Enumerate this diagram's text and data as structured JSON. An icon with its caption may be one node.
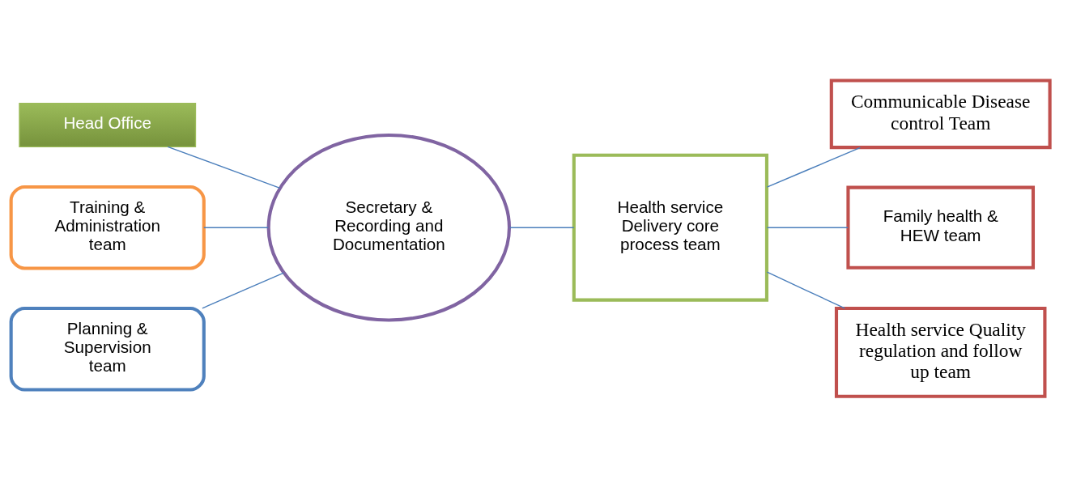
{
  "diagram": {
    "nodes": [
      {
        "text": [
          "Head Office"
        ]
      },
      {
        "text": [
          "Training & Administration team"
        ]
      },
      {
        "text": [
          "Secretary & Recording and Documentation"
        ]
      },
      {
        "text": [
          "Planning & Supervision team"
        ]
      },
      {
        "text": [
          "Health service Delivery core process team"
        ]
      },
      {
        "text": [
          "Communicable Disease control Team"
        ]
      },
      {
        "text": [
          "Family health & HEW team"
        ]
      },
      {
        "text": [
          "Health service Quality regulation and follow up team"
        ]
      }
    ],
    "edges": [
      {
        "from": 0,
        "to": 2,
        "arrow": "none"
      },
      {
        "from": 1,
        "to": 2,
        "arrow": "none"
      },
      {
        "from": 3,
        "to": 2,
        "arrow": "none"
      },
      {
        "from": 2,
        "to": 4,
        "arrow": "none"
      },
      {
        "from": 4,
        "to": 5,
        "arrow": "none"
      },
      {
        "from": 4,
        "to": 6,
        "arrow": "none"
      },
      {
        "from": 4,
        "to": 7,
        "arrow": "none"
      }
    ]
  }
}
